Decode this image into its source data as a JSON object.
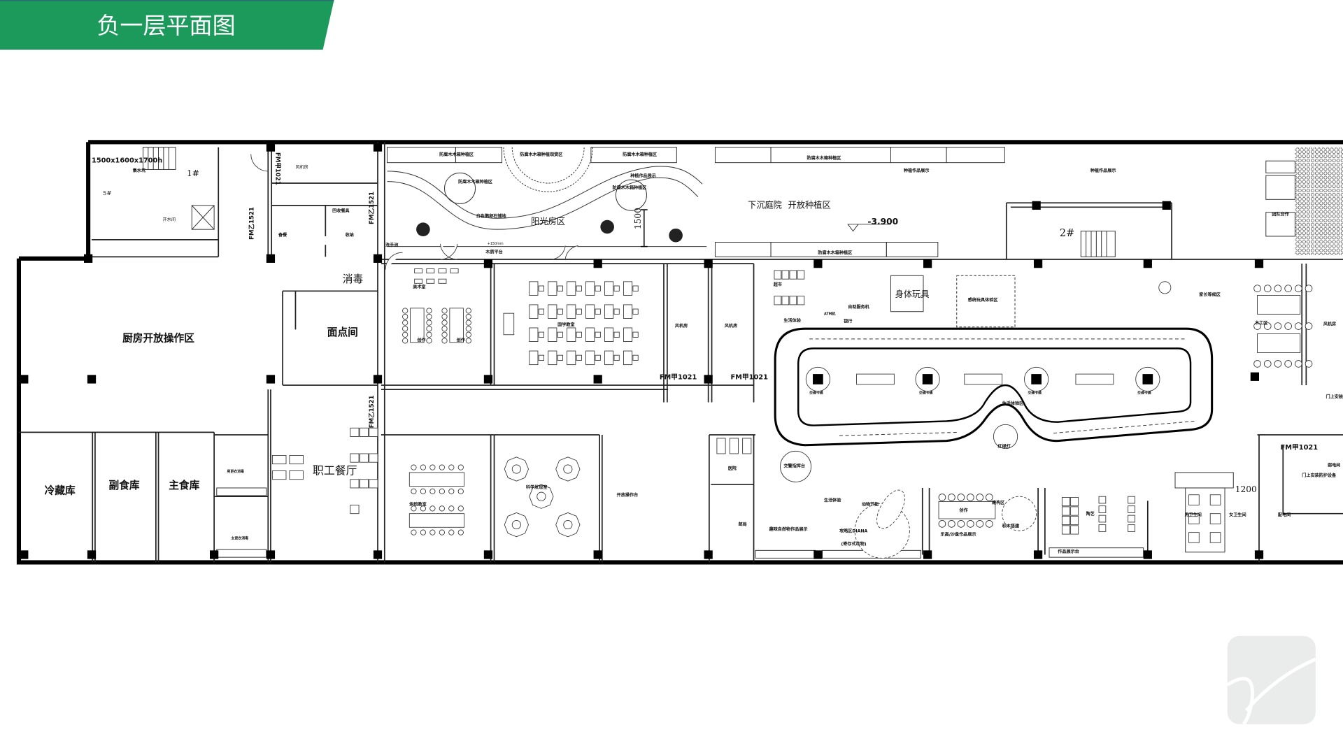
{
  "title": "负一层平面图",
  "colors": {
    "title_bar": "#1b9a5b",
    "logo": "#e9ecea"
  },
  "rooms": [
    "1500x1600x1700h",
    "集水坑",
    "1#",
    "5#",
    "开水间",
    "风机房",
    "备餐",
    "收纳",
    "回收餐具",
    "FM甲1021",
    "FM乙1521",
    "消毒",
    "面点间",
    "厨房开放操作区",
    "冷藏库",
    "副食库",
    "主食库",
    "男更衣消毒",
    "女更衣消毒",
    "职工餐厅",
    "防腐木木箱种植区",
    "防腐木木箱种植观赏区",
    "防腐木木箱种植区",
    "防腐木木箱种植区",
    "防腐木木箱种植区",
    "种植作品展示",
    "白色鹅卵石铺地",
    "阳光房区",
    "1500",
    "+150mm",
    "木质平台",
    "洗手池",
    "美术室",
    "创作",
    "创作",
    "国学教室",
    "风机房",
    "风机房",
    "FM甲1021",
    "FM甲1021",
    "下沉庭院",
    "开放种植区",
    "-3.900",
    "防腐木木箱种植区",
    "防腐木木箱种植区",
    "种植作品展示",
    "种植作品展示",
    "2#",
    "团队合作",
    "FM乙1521",
    "超市",
    "生活体验",
    "自助服务机",
    "ATM机",
    "银行",
    "身体玩具",
    "感统玩具体验区",
    "家长等候区",
    "木工区",
    "风机房",
    "门上安装防护设备",
    "交通卡通",
    "交通卡通",
    "交通卡通",
    "交通卡通",
    "生活体验区",
    "红绿灯",
    "交警指挥台",
    "FM甲1021",
    "弱电间",
    "门上安装防护设备",
    "1200",
    "配电间",
    "男卫生间",
    "女卫生间",
    "烘焙教室",
    "科学发现室",
    "开放操作台",
    "邮局",
    "医院",
    "生活体验",
    "动物节能",
    "趣味自然物作品展示",
    "攻略区DIANA",
    "(寄存式动物)",
    "创作",
    "建构区",
    "积木搭建",
    "乐高/沙盘作品展示",
    "陶艺",
    "作品展示台",
    "FM乙1521"
  ]
}
